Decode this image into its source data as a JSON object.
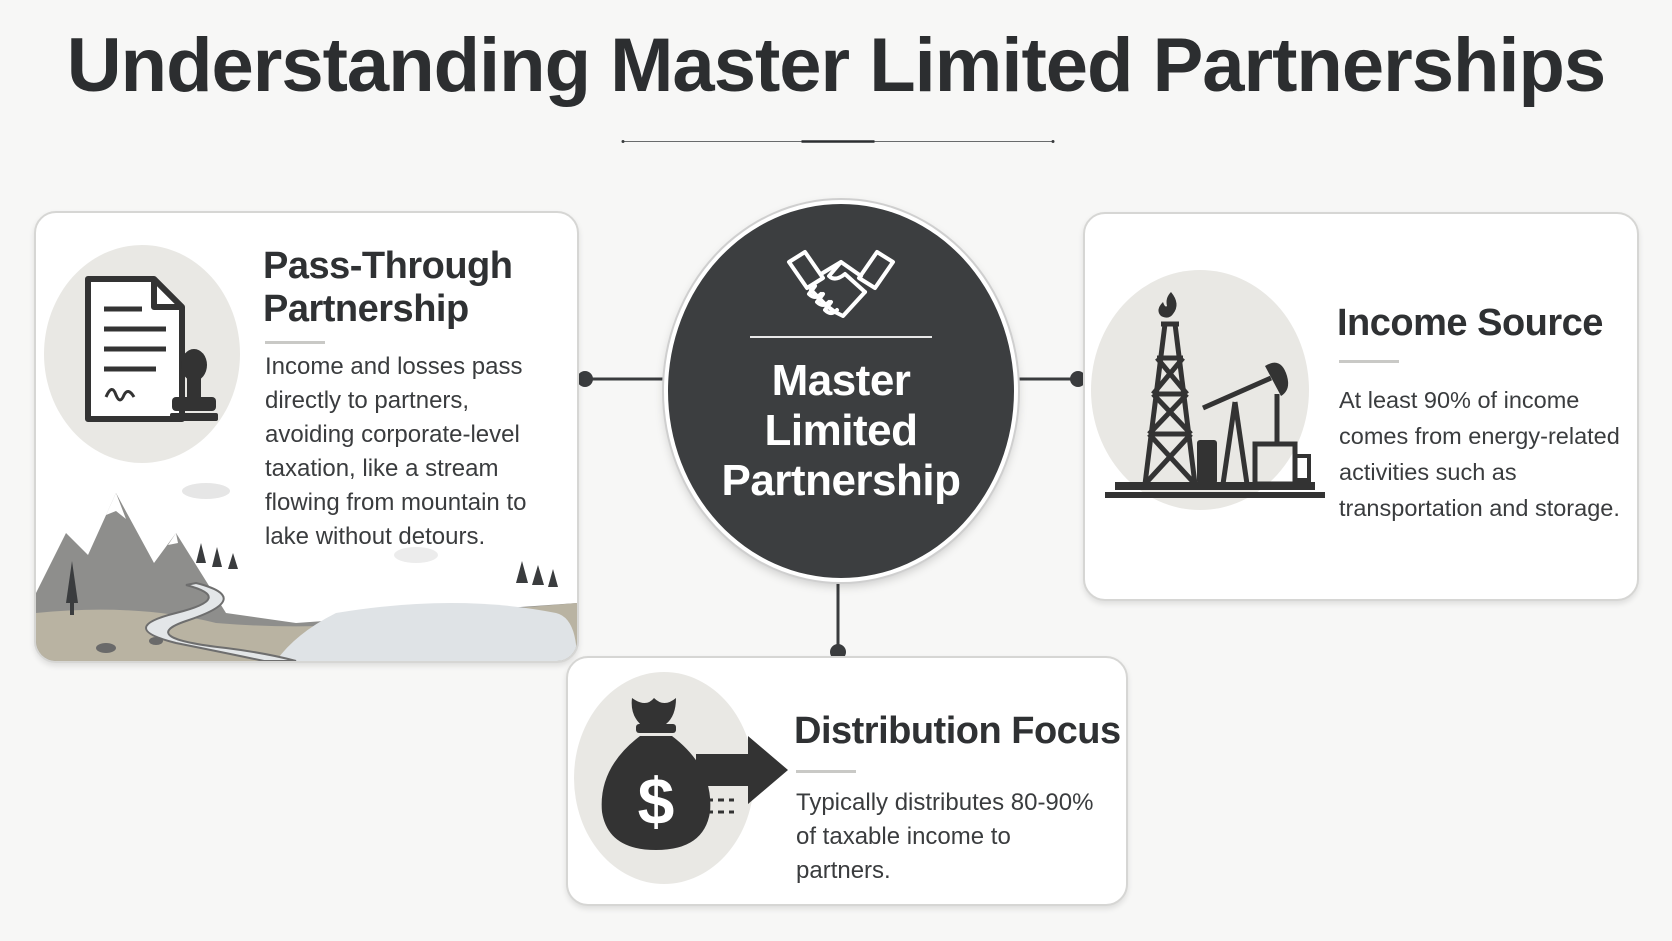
{
  "title": "Understanding Master Limited Partnerships",
  "center": {
    "label": "Master\nLimited\nPartnership",
    "icon": "handshake-icon"
  },
  "cards": {
    "pass_through": {
      "heading": "Pass-Through\nPartnership",
      "text": "Income and losses pass directly to partners, avoiding corporate-level taxation, like a stream flowing from mountain to lake without detours.",
      "icons": [
        "document-stamp-icon",
        "mountain-stream-illustration"
      ]
    },
    "income_source": {
      "heading": "Income Source",
      "text": "At least 90% of income comes from energy-related activities such as transportation and storage.",
      "icons": [
        "oil-derrick-icon"
      ]
    },
    "distribution": {
      "heading": "Distribution Focus",
      "text": "Typically distributes 80-90% of taxable income to partners.",
      "icons": [
        "money-bag-icon",
        "arrow-right-icon"
      ]
    }
  },
  "colors": {
    "dark": "#3c3e40",
    "blob": "#e9e8e4",
    "background": "#f7f7f6"
  }
}
